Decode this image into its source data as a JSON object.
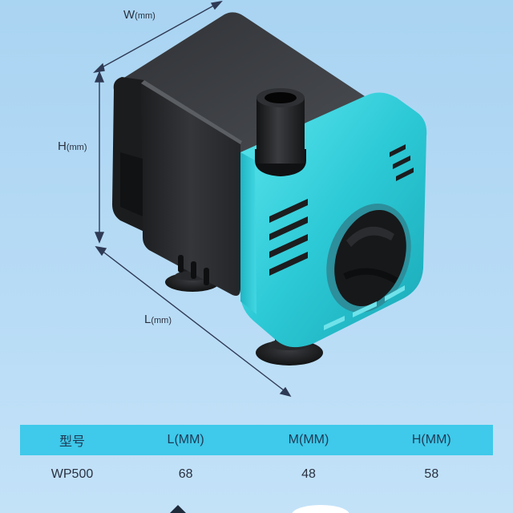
{
  "dimensions": {
    "width_label": "W",
    "height_label": "H",
    "length_label": "L",
    "unit": "(mm)"
  },
  "table": {
    "headers": [
      "型号",
      "L(MM)",
      "M(MM)",
      "H(MM)"
    ],
    "rows": [
      [
        "WP500",
        "68",
        "48",
        "58"
      ]
    ]
  },
  "colors": {
    "background": "#b4d9f4",
    "pump_body": "#2b2d30",
    "pump_accent": "#2fd0db",
    "table_header": "#3fc9ea"
  }
}
